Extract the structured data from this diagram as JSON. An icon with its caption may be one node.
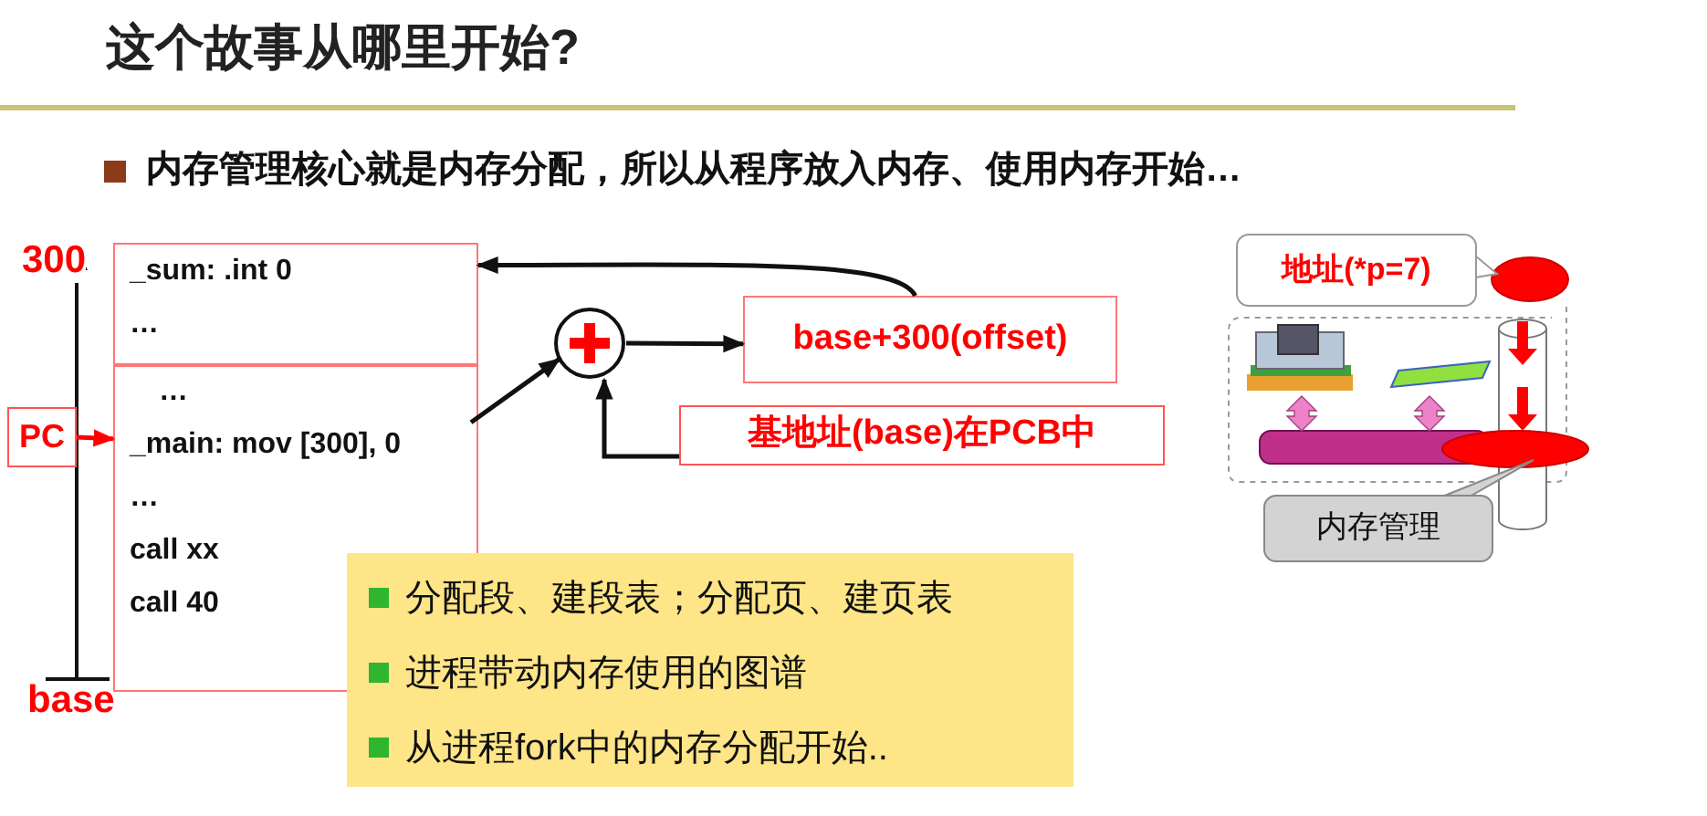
{
  "diagram": {
    "title": "这个故事从哪里开始?",
    "nodes": [
      {
        "text": [
          "_sum:  .int  0",
          "…"
        ]
      },
      {
        "text": [
          "…",
          "_main: mov [300], 0",
          "…",
          "call xx",
          "call 40"
        ]
      },
      {
        "text": [
          "PC"
        ]
      },
      {
        "text": [],
        "shape": "circle"
      },
      {
        "text": [
          "base+300(offset)"
        ]
      },
      {
        "text": [
          "基地址(base)在PCB中"
        ]
      },
      {
        "text": [
          "地址(*p=7)"
        ]
      },
      {
        "text": [
          "内存管理"
        ]
      },
      {
        "text": [
          "分配段、建段表；分配页、建页表",
          "进程带动内存使用的图谱",
          "从进程fork中的内存分配开始.."
        ]
      }
    ],
    "edges": [
      {
        "from": 2,
        "to": 1,
        "arrow": "to",
        "color": "#ff0000"
      },
      {
        "from": 1,
        "to": 3,
        "arrow": "to"
      },
      {
        "from": 3,
        "to": 4,
        "arrow": "to"
      },
      {
        "from": 5,
        "to": 3,
        "arrow": "to"
      },
      {
        "from": 4,
        "to": 0,
        "arrow": "to"
      }
    ],
    "labels": [
      "内存管理核心就是内存分配，所以从程序放入内存、使用内存开始…",
      "300",
      "base"
    ]
  }
}
